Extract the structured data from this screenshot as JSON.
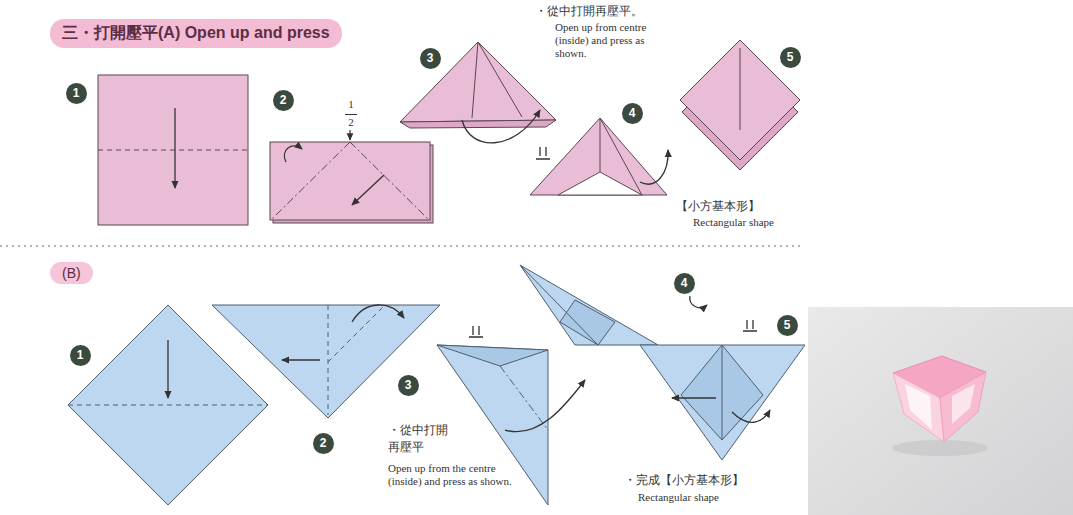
{
  "diagram": {
    "title": "三・打開壓平(A) Open up and press",
    "nodes": [
      {
        "text": [
          "1"
        ]
      },
      {
        "text": [
          "2"
        ]
      },
      {
        "text": [
          "3"
        ]
      },
      {
        "text": [
          "4"
        ]
      },
      {
        "text": [
          "5"
        ]
      },
      {
        "text": [
          "(B)"
        ]
      },
      {
        "text": [
          "1"
        ]
      },
      {
        "text": [
          "2"
        ]
      },
      {
        "text": [
          "3"
        ]
      },
      {
        "text": [
          "4"
        ]
      },
      {
        "text": [
          "5"
        ]
      }
    ],
    "labels": [
      "1",
      "2",
      "・從中打開再壓平。",
      "Open up from centre (inside) and press as shown.",
      "【小方基本形】",
      "Rectangular shape",
      "・從中打開 再壓平",
      "Open up from the centre (inside) and press as shown.",
      "・完成【小方基本形】",
      "Rectangular shape"
    ]
  }
}
